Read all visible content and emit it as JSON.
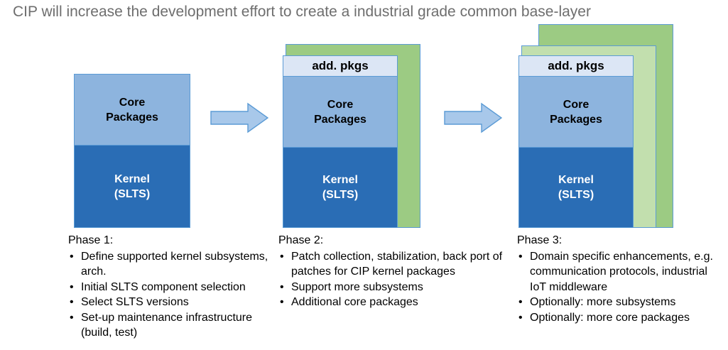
{
  "slide": {
    "title": "CIP will increase the development effort to create a industrial grade common base-layer",
    "title_color": "#6e6e6e",
    "background": "#ffffff"
  },
  "colors": {
    "kernel_blue": "#2a6db5",
    "core_blue": "#8db4de",
    "addpkgs_blue": "#dce6f5",
    "green_outer": "#9ccb83",
    "green_inner": "#c2dfae",
    "border_blue": "#5b9bd5",
    "arrow_fill": "#a8c8ea",
    "arrow_border": "#5b9bd5"
  },
  "diagram": {
    "labels": {
      "add_pkgs": "add. pkgs",
      "core_packages_line1": "Core",
      "core_packages_line2": "Packages",
      "kernel_line1": "Kernel",
      "kernel_line2": "(SLTS)"
    },
    "arrows": [
      {
        "name": "arrow-phase1-to-phase2",
        "direction": "right"
      },
      {
        "name": "arrow-phase2-to-phase3",
        "direction": "right"
      }
    ],
    "stacks": [
      {
        "id": "phase-1",
        "layers": [
          "core-packages",
          "kernel"
        ],
        "green_panels": 0
      },
      {
        "id": "phase-2",
        "layers": [
          "add-pkgs",
          "core-packages",
          "kernel"
        ],
        "green_panels": 1
      },
      {
        "id": "phase-3",
        "layers": [
          "add-pkgs",
          "core-packages",
          "kernel"
        ],
        "green_panels": 2
      }
    ]
  },
  "phases": [
    {
      "heading": "Phase 1:",
      "bullets": [
        "Define supported kernel subsystems, arch.",
        "Initial SLTS component selection",
        "Select SLTS versions",
        "Set-up maintenance infrastructure (build, test)"
      ]
    },
    {
      "heading": "Phase 2:",
      "bullets": [
        "Patch collection, stabilization, back port of patches for CIP kernel packages",
        "Support more subsystems",
        "Additional core packages"
      ]
    },
    {
      "heading": "Phase 3:",
      "bullets": [
        "Domain specific enhancements, e.g. communication protocols, industrial IoT middleware",
        "Optionally: more subsystems",
        "Optionally:  more core packages"
      ]
    }
  ],
  "bullet_glyph": "•"
}
